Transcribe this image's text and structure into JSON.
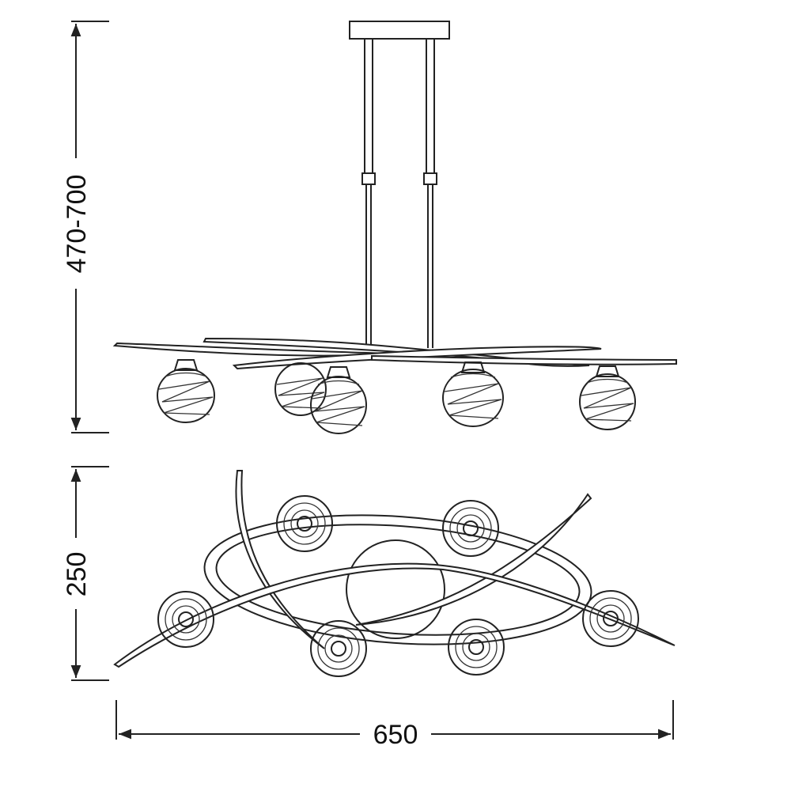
{
  "dimensions": {
    "height": "470-700",
    "depth": "250",
    "width": "650"
  },
  "lamp_count": 6,
  "colors": {
    "line": "#222222",
    "background": "#ffffff"
  }
}
